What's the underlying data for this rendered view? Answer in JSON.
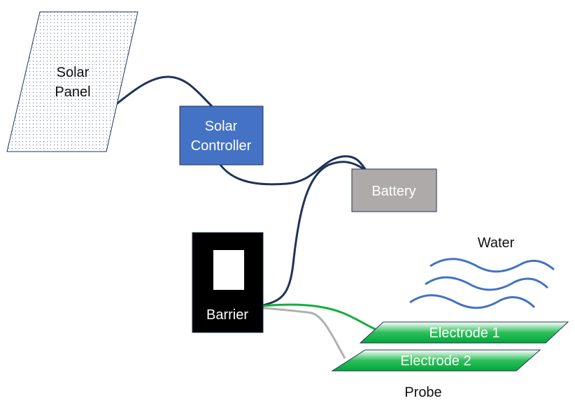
{
  "diagram": {
    "components": {
      "solar_panel": {
        "line1": "Solar",
        "line2": "Panel"
      },
      "solar_controller": {
        "line1": "Solar",
        "line2": "Controller",
        "fill": "#4472c4"
      },
      "battery": {
        "label": "Battery",
        "fill": "#aeaaaa"
      },
      "barrier": {
        "label": "Barrier",
        "fill": "#000000"
      },
      "water": {
        "label": "Water",
        "wave_color": "#4472c4"
      },
      "electrode_1": {
        "label": "Electrode 1"
      },
      "electrode_2": {
        "label": "Electrode 2"
      },
      "probe": {
        "label": "Probe"
      }
    },
    "wire_colors": {
      "power": "#1f3358",
      "green": "#12b03c",
      "gray": "#b0b0b0"
    }
  }
}
